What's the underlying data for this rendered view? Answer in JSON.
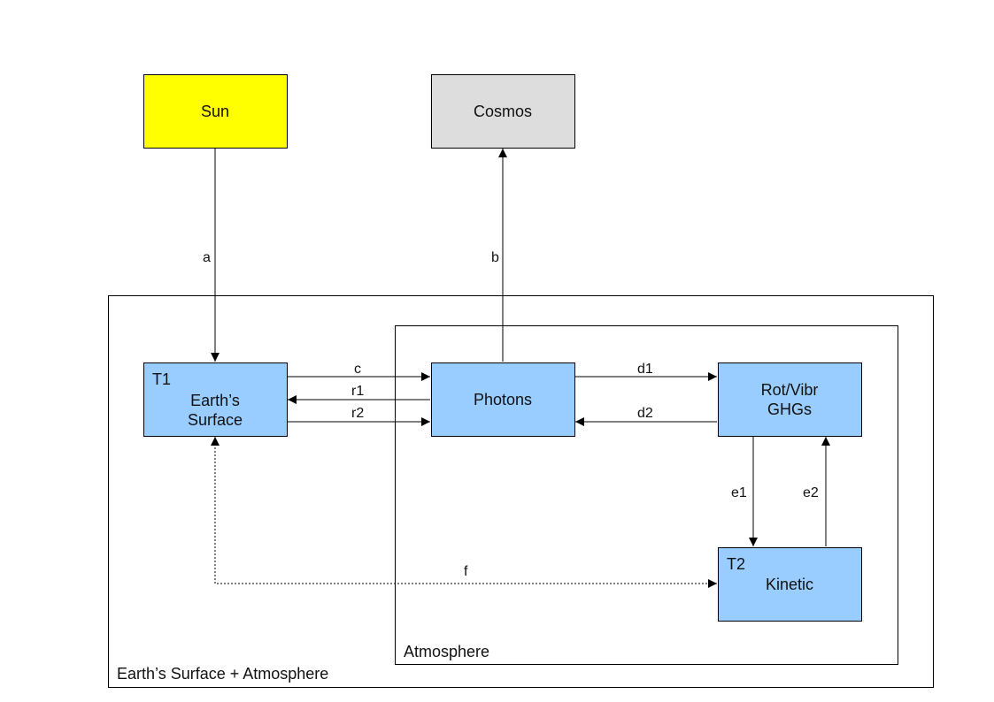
{
  "diagram": {
    "containers": {
      "outer": {
        "label": "Earth’s Surface + Atmosphere"
      },
      "atmosphere": {
        "label": "Atmosphere"
      }
    },
    "nodes": {
      "sun": {
        "label": "Sun",
        "color": "#ffff00"
      },
      "cosmos": {
        "label": "Cosmos",
        "color": "#dddddd"
      },
      "earth": {
        "tag": "T1",
        "line1": "Earth’s",
        "line2": "Surface",
        "color": "#99ccff"
      },
      "photons": {
        "label": "Photons",
        "color": "#99ccff"
      },
      "ghgs": {
        "line1": "Rot/Vibr",
        "line2": "GHGs",
        "color": "#99ccff"
      },
      "kinetic": {
        "tag": "T2",
        "label": "Kinetic",
        "color": "#99ccff"
      }
    },
    "edges": {
      "a": {
        "label": "a",
        "from": "Sun",
        "to": "Earth's Surface"
      },
      "b": {
        "label": "b",
        "from": "Photons",
        "to": "Cosmos"
      },
      "c": {
        "label": "c",
        "from": "Earth's Surface",
        "to": "Photons"
      },
      "r1": {
        "label": "r1",
        "from": "Photons",
        "to": "Earth's Surface"
      },
      "r2": {
        "label": "r2",
        "from": "Earth's Surface",
        "to": "Photons"
      },
      "d1": {
        "label": "d1",
        "from": "Photons",
        "to": "Rot/Vibr GHGs"
      },
      "d2": {
        "label": "d2",
        "from": "Rot/Vibr GHGs",
        "to": "Photons"
      },
      "e1": {
        "label": "e1",
        "from": "Rot/Vibr GHGs",
        "to": "Kinetic"
      },
      "e2": {
        "label": "e2",
        "from": "Kinetic",
        "to": "Rot/Vibr GHGs"
      },
      "f": {
        "label": "f",
        "from": "Earth's Surface",
        "to": "Kinetic",
        "style": "dotted",
        "bidirectional": true
      }
    }
  }
}
